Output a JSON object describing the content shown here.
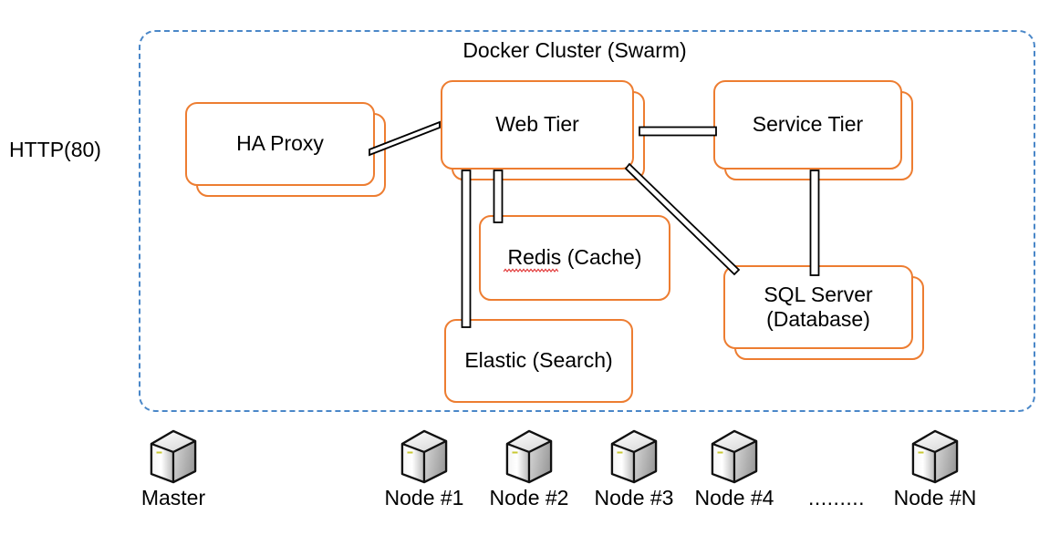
{
  "diagram": {
    "title": "Docker Cluster (Swarm)",
    "external_labels": [
      {
        "id": "http",
        "text": "HTTP(80)"
      }
    ],
    "colors": {
      "box_stroke": "#ED7D31",
      "box_fill": "#FFFFFF",
      "boundary_stroke": "#4A87C8",
      "connector_stroke": "#000000",
      "text": "#000000",
      "server_led": "#C8C832"
    },
    "boundary": {
      "label": "Docker Cluster (Swarm)",
      "style": "dashed",
      "shape": "rounded-rectangle"
    },
    "boxes": [
      {
        "id": "ha-proxy",
        "label": "HA Proxy",
        "stacked": true
      },
      {
        "id": "web-tier",
        "label": "Web Tier",
        "stacked": true
      },
      {
        "id": "service-tier",
        "label": "Service Tier",
        "stacked": true
      },
      {
        "id": "redis",
        "label": "Redis (Cache)",
        "stacked": false,
        "misspelled_word": "Redis"
      },
      {
        "id": "elastic",
        "label": "Elastic (Search)",
        "stacked": false
      },
      {
        "id": "sql-server",
        "label": "SQL Server\n(Database)",
        "label_line1": "SQL Server",
        "label_line2": "(Database)",
        "stacked": true
      }
    ],
    "connections": [
      {
        "from": "ha-proxy",
        "to": "web-tier",
        "style": "double-line"
      },
      {
        "from": "web-tier",
        "to": "service-tier",
        "style": "double-line"
      },
      {
        "from": "web-tier",
        "to": "redis",
        "style": "double-line"
      },
      {
        "from": "web-tier",
        "to": "elastic",
        "style": "double-line"
      },
      {
        "from": "web-tier",
        "to": "sql-server",
        "style": "double-line"
      },
      {
        "from": "service-tier",
        "to": "sql-server",
        "style": "double-line"
      }
    ],
    "hosts": [
      {
        "id": "master",
        "label": "Master",
        "icon": "server-tower-icon"
      },
      {
        "id": "node-1",
        "label": "Node #1",
        "icon": "server-tower-icon"
      },
      {
        "id": "node-2",
        "label": "Node #2",
        "icon": "server-tower-icon"
      },
      {
        "id": "node-3",
        "label": "Node #3",
        "icon": "server-tower-icon"
      },
      {
        "id": "node-4",
        "label": "Node #4",
        "icon": "server-tower-icon"
      },
      {
        "id": "node-n",
        "label": "Node #N",
        "icon": "server-tower-icon"
      }
    ],
    "host_ellipsis": "........."
  }
}
